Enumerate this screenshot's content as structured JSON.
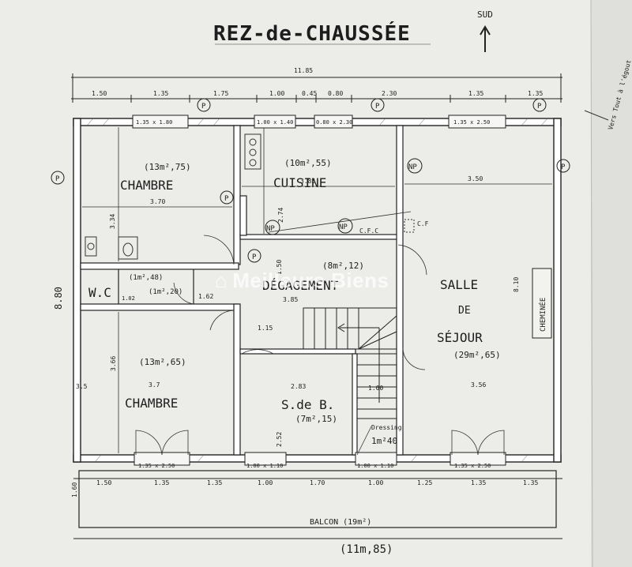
{
  "title": "REZ-de-CHAUSSÉE",
  "north_label": "SUD",
  "side_note": "Vers Tout à l'égout",
  "watermark": "Meilleurs Biens",
  "symbols": {
    "p": "P",
    "np": "NP",
    "cfc": "C.F.C",
    "cf": "C.F"
  },
  "rooms": {
    "chambre1": {
      "label": "CHAMBRE",
      "area": "(13m²,75)",
      "width": "3.70",
      "height": "3.34"
    },
    "cuisine": {
      "label": "CUISINE",
      "area": "(10m²,55)",
      "width": "3.85",
      "height": "2.74"
    },
    "wc": {
      "label": "W.C",
      "area": "(1m²,48)",
      "dim": "1.02",
      "area2": "(1m²,20)",
      "dim2": "1.62"
    },
    "degagement": {
      "label": "DÉGAGEMENT",
      "area": "(8m²,12)",
      "width": "3.85",
      "height": "1.50",
      "width2": "1.15"
    },
    "salle": {
      "line1": "SALLE",
      "line2": "DE",
      "line3": "SÉJOUR",
      "area": "(29m²,65)",
      "width": "3.50",
      "width2": "3.56",
      "height": "8.10",
      "cheminee": "CHEMINÉE"
    },
    "chambre2": {
      "label": "CHAMBRE",
      "area": "(13m²,65)",
      "width": "3.7",
      "height": "3.66",
      "side": "3.5"
    },
    "sdb": {
      "label": "S.de B.",
      "area": "(7m²,15)",
      "width": "2.83",
      "height": "2.52"
    },
    "dressing": {
      "label": "Dressing",
      "area": "1m²40",
      "width": "1.00"
    }
  },
  "dims_top": {
    "total": "11.85",
    "segments": [
      "1.50",
      "1.35",
      "1.75",
      "1.00",
      "0.45",
      "0.80",
      "2.30",
      "1.35"
    ],
    "windows": [
      "1.35 x 1.80",
      "1.00 x 1.40",
      "0.80 x 2.30",
      "1.35 x 2.50"
    ]
  },
  "dims_bottom": {
    "windows": [
      "1.35 x 2.50",
      "1.00 x 1.10",
      "1.00 x 1.10",
      "1.35 x 2.50"
    ],
    "segments": [
      "1.50",
      "1.35",
      "1.35",
      "1.00",
      "1.70",
      "1.00",
      "1.25",
      "1.35",
      "1.35"
    ],
    "balcony": "BALCON (19m²)",
    "balcony_depth": "1.60",
    "total": "(11m,85)"
  },
  "left_note": "8.80"
}
